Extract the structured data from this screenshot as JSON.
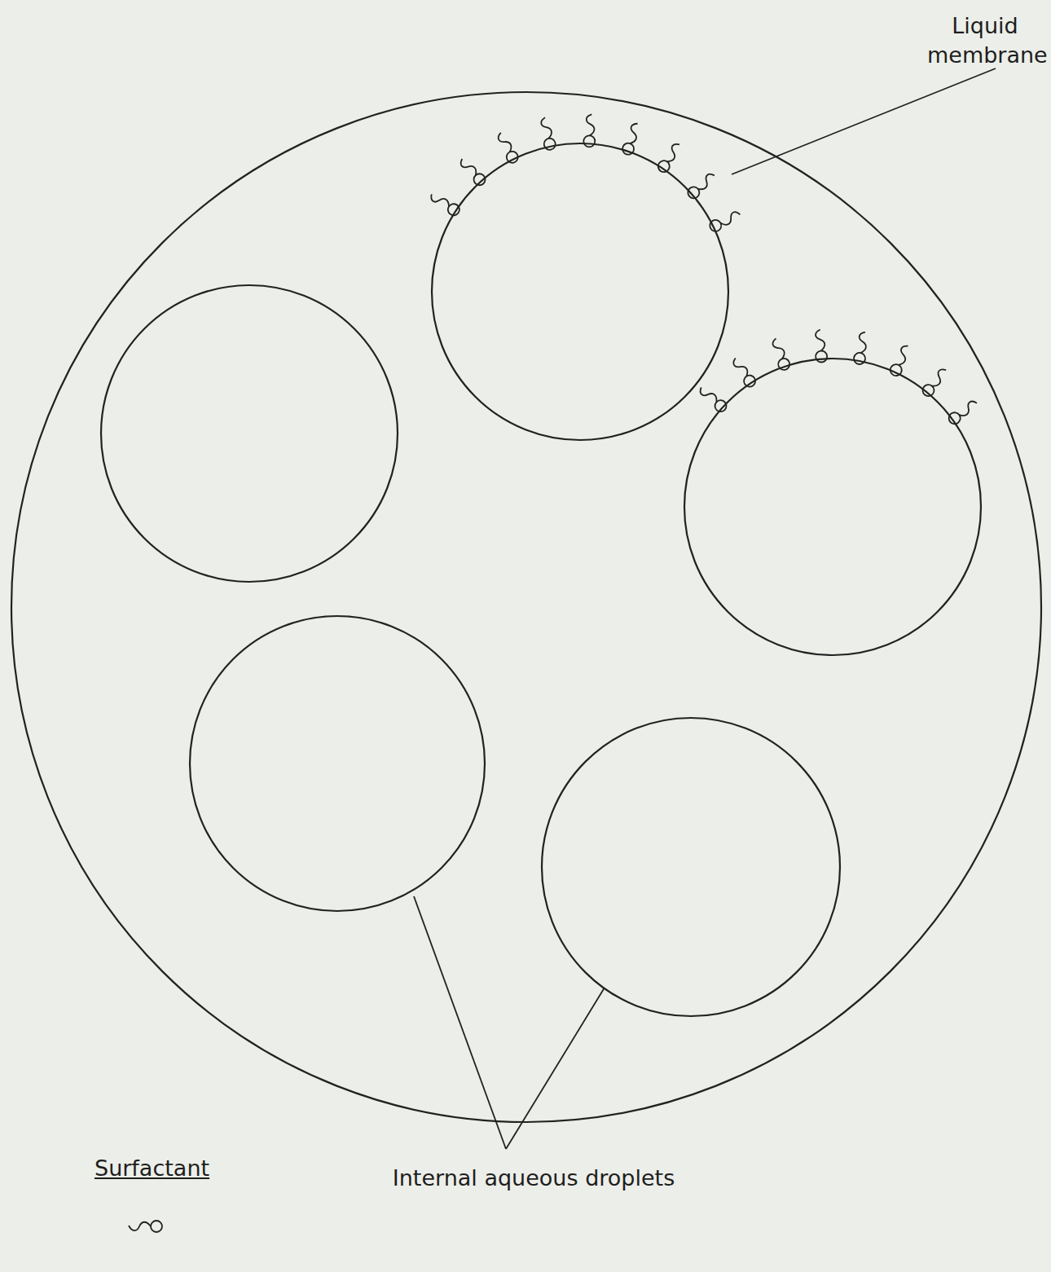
{
  "diagram": {
    "labels": [
      "Liquid membrane",
      "Internal aqueous droplets"
    ],
    "legend": [
      {
        "text": "Surfactant"
      }
    ]
  }
}
